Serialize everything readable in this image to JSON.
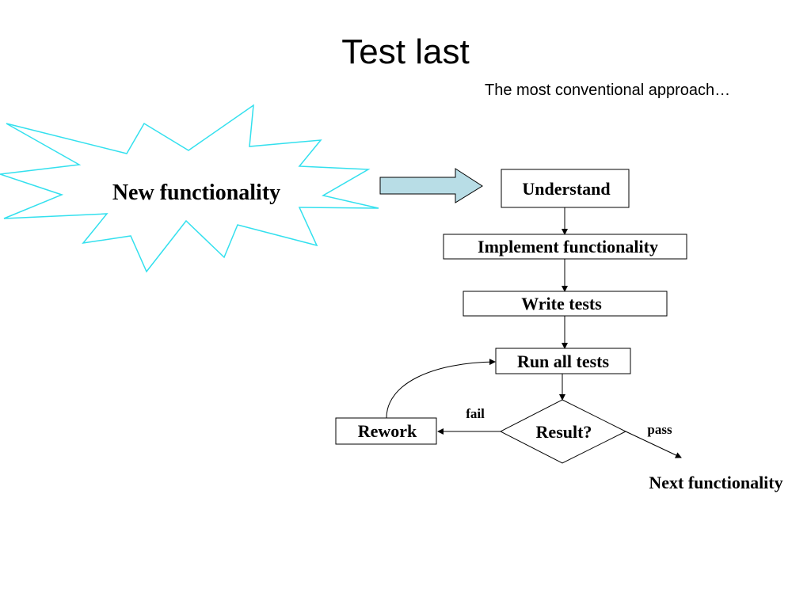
{
  "slide": {
    "title": "Test last",
    "subtitle": "The most conventional approach…"
  },
  "diagram": {
    "burst_label": "New functionality",
    "steps": {
      "understand": "Understand",
      "implement": "Implement functionality",
      "write_tests": "Write tests",
      "run_tests": "Run all tests",
      "result": "Result?",
      "rework": "Rework"
    },
    "edges": {
      "fail": "fail",
      "pass": "pass"
    },
    "next": "Next functionality"
  },
  "colors": {
    "burst_outline": "#33e0ee",
    "arrow_fill": "#b8dde6",
    "stroke": "#000000"
  }
}
